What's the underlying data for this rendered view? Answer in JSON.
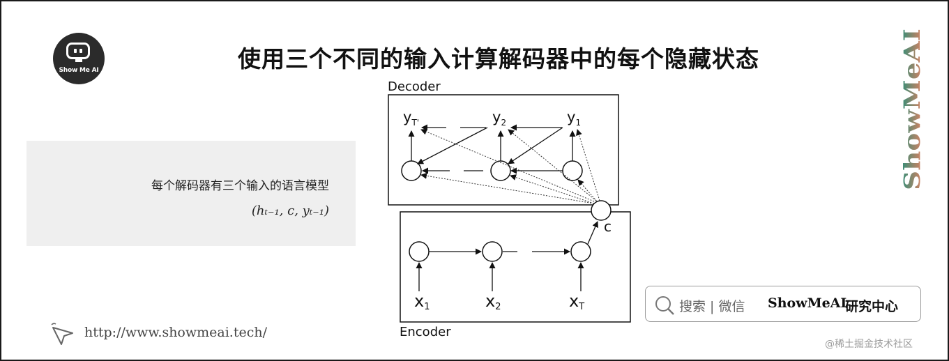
{
  "title": "使用三个不同的输入计算解码器中的每个隐藏状态",
  "logo": {
    "text": "Show Me AI",
    "icon": "robot-face-icon"
  },
  "info": {
    "line1": "每个解码器有三个输入的语言模型",
    "line2": "(hₜ₋₁, c, yₜ₋₁)"
  },
  "diagram": {
    "decoder_label": "Decoder",
    "encoder_label": "Encoder",
    "outputs": [
      {
        "base": "y",
        "sub": "T'"
      },
      {
        "base": "y",
        "sub": "2"
      },
      {
        "base": "y",
        "sub": "1"
      }
    ],
    "inputs": [
      {
        "base": "x",
        "sub": "1"
      },
      {
        "base": "x",
        "sub": "2"
      },
      {
        "base": "x",
        "sub": "T"
      }
    ],
    "context_label": "c"
  },
  "watermark": "ShowMeAI",
  "search": {
    "hint": "搜索 | 微信",
    "brand": "ShowMeAI",
    "suffix": "研究中心",
    "icon": "search-icon"
  },
  "url": "http://www.showmeai.tech/",
  "url_icon": "cursor-arrow-icon",
  "credit": "@稀土掘金技术社区",
  "colors": {
    "watermark_top": "#1f8f7a",
    "watermark_bottom": "#f08060",
    "frame": "#1a1a1a"
  }
}
